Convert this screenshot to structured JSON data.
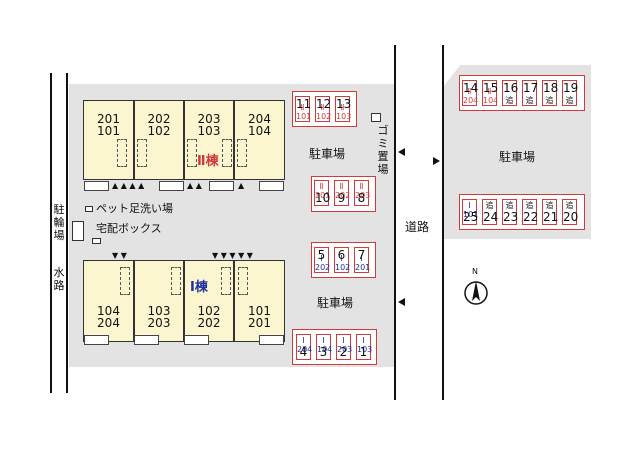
{
  "building2": {
    "label": "Ⅱ棟",
    "units": [
      {
        "top": "201",
        "bottom": "101"
      },
      {
        "top": "202",
        "bottom": "102"
      },
      {
        "top": "203",
        "bottom": "103"
      },
      {
        "top": "204",
        "bottom": "104"
      }
    ]
  },
  "building1": {
    "label": "Ⅰ棟",
    "units": [
      {
        "top": "104",
        "bottom": "204"
      },
      {
        "top": "103",
        "bottom": "203"
      },
      {
        "top": "102",
        "bottom": "202"
      },
      {
        "top": "101",
        "bottom": "201"
      }
    ]
  },
  "labels": {
    "parking": "駐車場",
    "road": "道路",
    "garbage": "ゴミ置場",
    "pet": "ペット足洗い場",
    "delivery": "宅配ボックス",
    "bicycle": "駐輪場",
    "waterway": "水路",
    "north": "N"
  },
  "parking_west_top": [
    {
      "num": "11",
      "assign": "Ⅱ\n101"
    },
    {
      "num": "12",
      "assign": "Ⅱ\n102"
    },
    {
      "num": "13",
      "assign": "Ⅱ\n103"
    }
  ],
  "parking_west_mid": [
    {
      "num": "10",
      "assign": "Ⅱ\n201"
    },
    {
      "num": "9",
      "assign": "Ⅱ\n202"
    },
    {
      "num": "8",
      "assign": "Ⅱ\n203"
    }
  ],
  "parking_west_low": [
    {
      "num": "5",
      "assign": "Ⅰ\n202"
    },
    {
      "num": "6",
      "assign": "Ⅰ\n102"
    },
    {
      "num": "7",
      "assign": "Ⅰ\n201"
    }
  ],
  "parking_west_bottom": [
    {
      "num": "4",
      "assign": "Ⅰ\n204"
    },
    {
      "num": "3",
      "assign": "Ⅰ\n104"
    },
    {
      "num": "2",
      "assign": "Ⅰ\n203"
    },
    {
      "num": "1",
      "assign": "Ⅰ\n103"
    }
  ],
  "parking_east_top": [
    {
      "num": "14",
      "assign": "Ⅱ\n204"
    },
    {
      "num": "15",
      "assign": "Ⅱ\n104"
    },
    {
      "num": "16",
      "assign": "追"
    },
    {
      "num": "17",
      "assign": "追"
    },
    {
      "num": "18",
      "assign": "追"
    },
    {
      "num": "19",
      "assign": "追"
    }
  ],
  "parking_east_bottom": [
    {
      "num": "25",
      "assign": "Ⅰ\n101"
    },
    {
      "num": "24",
      "assign": "追"
    },
    {
      "num": "23",
      "assign": "追"
    },
    {
      "num": "22",
      "assign": "追"
    },
    {
      "num": "21",
      "assign": "追"
    },
    {
      "num": "20",
      "assign": "追"
    }
  ],
  "colors": {
    "site": "#e3e3e3",
    "unit": "#fbf6cf",
    "parking_border": "#d23a3a",
    "building2_label": "#d23a3a",
    "building1_label": "#1d2fa0"
  }
}
